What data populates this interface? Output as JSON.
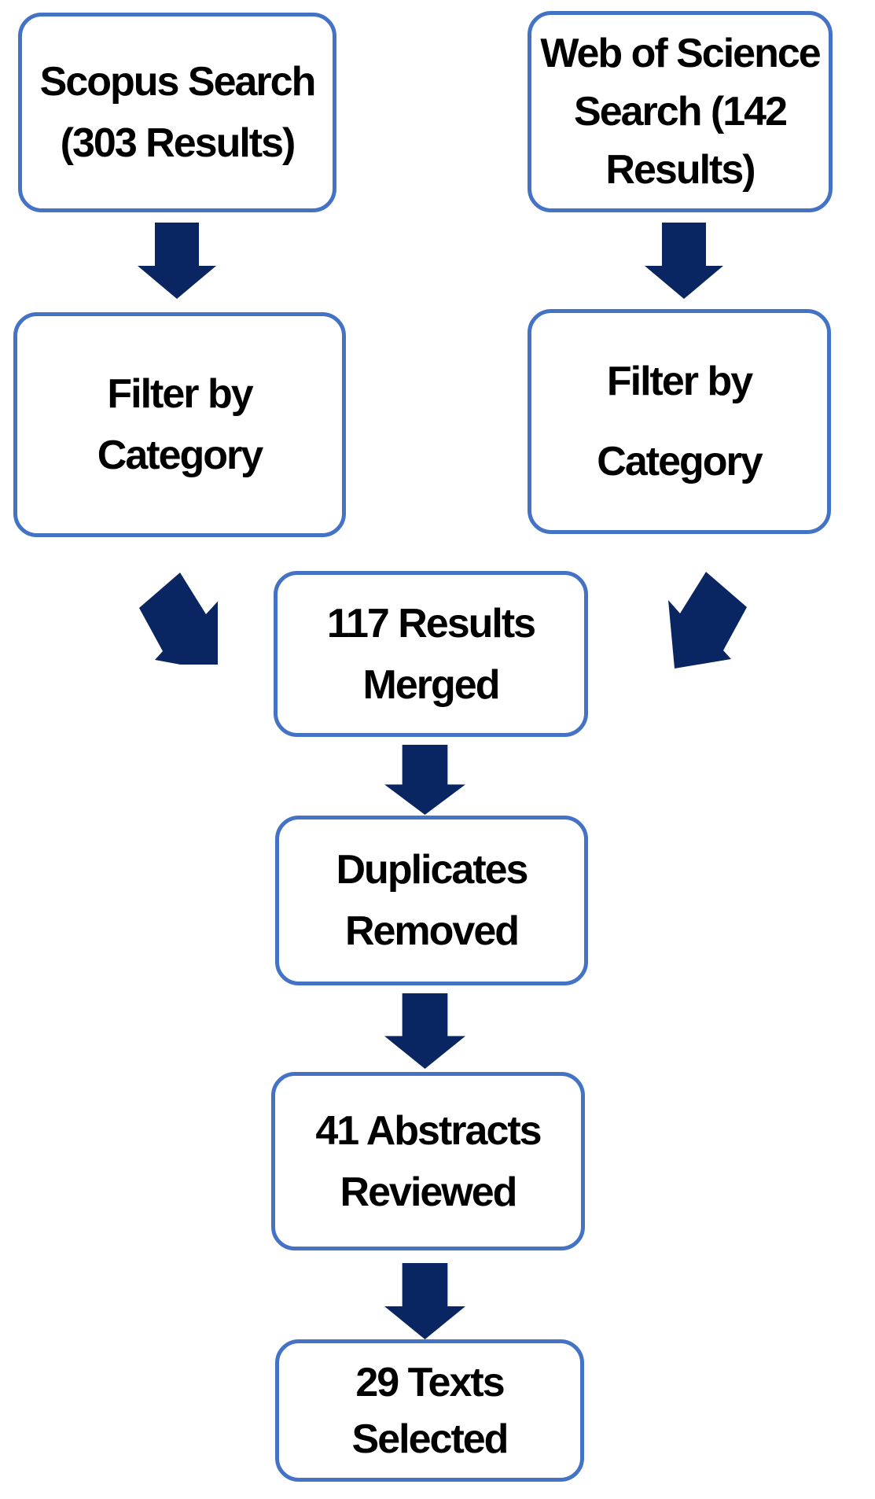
{
  "figure": {
    "type": "flowchart",
    "description": "Literature search and screening flow diagram",
    "colors": {
      "background": "#FFFFFF",
      "box_border": "#4472C4",
      "box_fill": "#FFFFFF",
      "arrow_fill": "#0A2662",
      "text": "#000000"
    },
    "boxes": [
      {
        "id": "scopus-search",
        "text": "Scopus Search (303 Results)",
        "lines": [
          "Scopus Search",
          "(303 Results)"
        ]
      },
      {
        "id": "web-of-science-search",
        "text": "Web of Science Search (142 Results)",
        "lines": [
          "Web of Science",
          "Search (142",
          "Results)"
        ]
      },
      {
        "id": "filter-by-category-left",
        "text": "Filter by Category",
        "lines": [
          "Filter by",
          "Category"
        ]
      },
      {
        "id": "filter-by-category-right",
        "text": "Filter by Category",
        "lines": [
          "Filter by",
          "Category"
        ]
      },
      {
        "id": "results-merged",
        "text": "117 Results Merged",
        "lines": [
          "117 Results",
          "Merged"
        ]
      },
      {
        "id": "duplicates-removed",
        "text": "Duplicates Removed",
        "lines": [
          "Duplicates",
          "Removed"
        ]
      },
      {
        "id": "abstracts-reviewed",
        "text": "41 Abstracts Reviewed",
        "lines": [
          "41 Abstracts",
          "Reviewed"
        ]
      },
      {
        "id": "texts-selected",
        "text": "29 Texts Selected",
        "lines": [
          "29 Texts",
          "Selected"
        ]
      }
    ],
    "arrows": [
      {
        "id": "arrow-scopus-to-filter-left",
        "direction": "down"
      },
      {
        "id": "arrow-wos-to-filter-right",
        "direction": "down"
      },
      {
        "id": "arrow-filter-left-to-merged",
        "direction": "down-right"
      },
      {
        "id": "arrow-filter-right-to-merged",
        "direction": "down-left"
      },
      {
        "id": "arrow-merged-to-duplicates",
        "direction": "down"
      },
      {
        "id": "arrow-duplicates-to-abstracts",
        "direction": "down"
      },
      {
        "id": "arrow-abstracts-to-texts",
        "direction": "down"
      }
    ]
  }
}
